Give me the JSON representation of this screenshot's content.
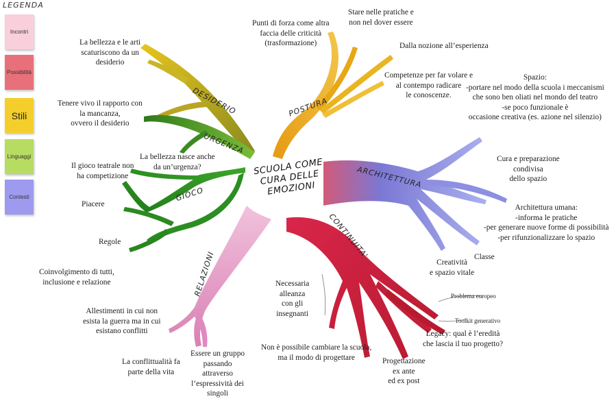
{
  "legend": {
    "title": "LEGENDA",
    "items": [
      {
        "label": "Incontri",
        "color": "#f9cfdc"
      },
      {
        "label": "Possibilità",
        "color": "#e8707a"
      },
      {
        "label": "Stili",
        "color": "#f4cf2c"
      },
      {
        "label": "Linguaggi",
        "color": "#b7dc62"
      },
      {
        "label": "Contesti",
        "color": "#9d9af0"
      }
    ]
  },
  "center": {
    "line1": "SCUOLA COME",
    "line2": "CURA DELLE",
    "line3": "EMOZIONI"
  },
  "branches": {
    "desiderio": {
      "label": "DESIDERIO",
      "color": "#c8b224"
    },
    "urgenza": {
      "label": "URGENZA",
      "color": "#4f9a28"
    },
    "postura": {
      "label": "POSTURA",
      "color": "#e6ad16"
    },
    "architettura": {
      "label": "ARCHITETTURA",
      "color": "#7a7cd8"
    },
    "continuita": {
      "label": "CONTINUITA'",
      "color": "#c8283c"
    },
    "relazioni": {
      "label": "RELAZIONI",
      "color": "#e79ac8"
    },
    "gioco": {
      "label": "GIOCO",
      "color": "#2f9425"
    }
  },
  "notes": {
    "bellezza_arti": {
      "l1": "La bellezza e le arti",
      "l2": "scaturiscono da un",
      "l3": "desiderio"
    },
    "tenere_vivo": {
      "l1": "Tenere vivo il rapporto con",
      "l2": "la mancanza,",
      "l3": "ovvero il desiderio"
    },
    "bellezza_urgenza": {
      "l1": "La bellezza nasce anche",
      "l2": "da un’urgenza?"
    },
    "gioco_teatrale": {
      "l1": "Il gioco teatrale non",
      "l2": "ha competizione"
    },
    "piacere": "Piacere",
    "regole": "Regole",
    "coinvolgimento": {
      "l1": "Coinvolgimento di tutti,",
      "l2": "inclusione e relazione"
    },
    "allestimenti": {
      "l1": "Allestimenti in cui non",
      "l2": "esista la guerra ma in cui",
      "l3": "esistano conflitti"
    },
    "conflittualita": {
      "l1": "La conflittualità fa",
      "l2": "parte della vita"
    },
    "gruppo": {
      "l1": "Essere un gruppo",
      "l2": "passando",
      "l3": "attraverso",
      "l4": "l’espressività dei",
      "l5": "singoli"
    },
    "punti_forza": {
      "l1": "Punti di forza come altra",
      "l2": "faccia delle criticità",
      "l3": "(trasformazione)"
    },
    "pratiche": {
      "l1": "Stare nelle pratiche e",
      "l2": "non nel dover essere"
    },
    "nozione": "Dalla nozione all’esperienza",
    "competenze": {
      "l1": "Competenze per far volare e",
      "l2": "al contempo radicare",
      "l3": "le conoscenze."
    },
    "spazio": {
      "l1": "Spazio:",
      "l2": "-portare nel modo della scuola i meccanismi",
      "l3": "che sono ben oliati nel mondo del teatro",
      "l4": "-se poco funzionale è",
      "l5": "occasione creativa (es. azione nel silenzio)"
    },
    "cura_spazio": {
      "l1": "Cura e preparazione",
      "l2": "condivisa",
      "l3": "dello spazio"
    },
    "architettura_umana": {
      "l1": "Architettura umana:",
      "l2": "-informa le  pratiche",
      "l3": "-per generare nuove forme di possibilità",
      "l4": "-per rifunzionalizzare lo spazio"
    },
    "classe": "Classe",
    "creativita": {
      "l1": "Creatività",
      "l2": "e spazio vitale"
    },
    "alleanza": {
      "l1": "Necessaria",
      "l2": "alleanza",
      "l3": "con gli",
      "l4": "insegnanti"
    },
    "problema": "Problema europeo",
    "toolkit": "Toolkit generativo",
    "legacy": {
      "l1": "Legacy: qual è l’eredità",
      "l2": "che lascia il tuo progetto?"
    },
    "non_possibile": {
      "l1": "Non è possibile cambiare la scuola,",
      "l2": "ma il modo di progettare"
    },
    "progettazione": {
      "l1": "Progettazione",
      "l2": "ex ante",
      "l3": "ed ex post"
    }
  }
}
